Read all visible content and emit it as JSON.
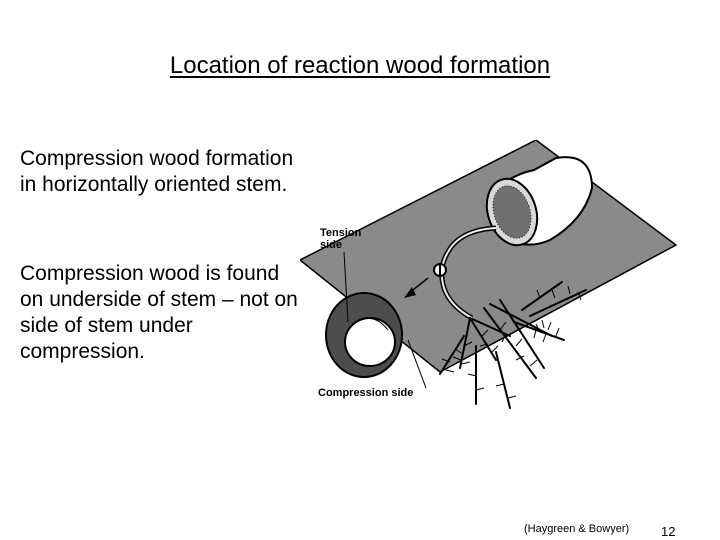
{
  "slide": {
    "title": "Location of reaction wood formation",
    "paragraph_1": "Compression wood formation in horizontally oriented stem.",
    "paragraph_2": "Compression wood is found on underside of stem – not on side of stem under compression.",
    "citation": "(Haygreen & Bowyer)",
    "page_number": "12"
  },
  "figure": {
    "tension_label_line1": "Tension",
    "tension_label_line2": "side",
    "compression_label": "Compression side"
  }
}
